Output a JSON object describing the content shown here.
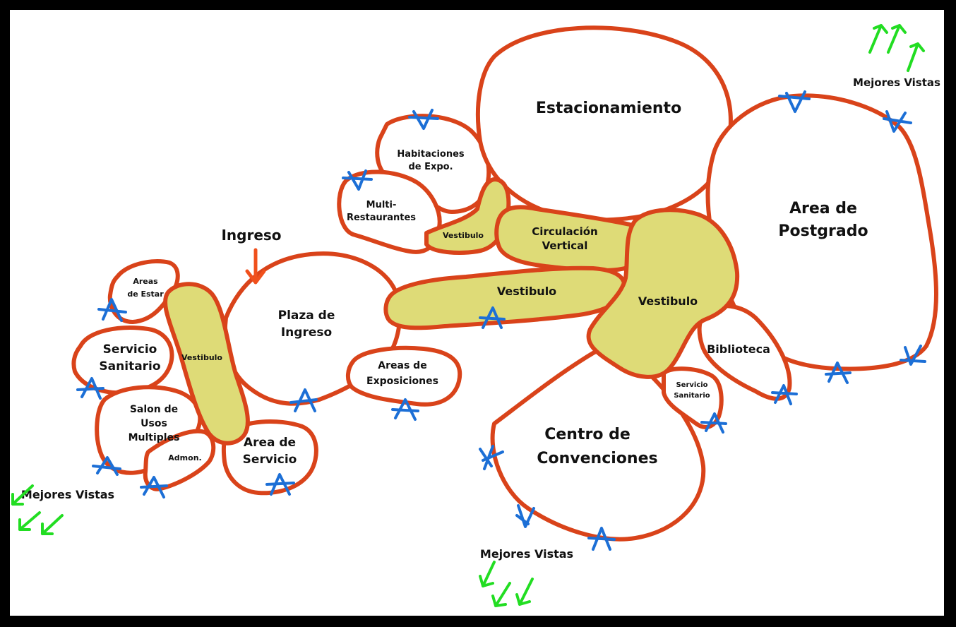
{
  "diagram": {
    "entrance_label": "Ingreso",
    "best_views_label": "Mejores Vistas",
    "spaces": {
      "estacionamiento": [
        "Estacionamiento"
      ],
      "area_postgrado": [
        "Area de",
        "Postgrado"
      ],
      "habitaciones_expo": [
        "Habitaciones",
        "de Expo."
      ],
      "multi_restaurantes": [
        "Multi-",
        "Restaurantes"
      ],
      "vestibulo_small": [
        "Vestibulo"
      ],
      "circulacion_vertical": [
        "Circulación",
        "Vertical"
      ],
      "plaza_ingreso": [
        "Plaza de",
        "Ingreso"
      ],
      "vestibulo_central": [
        "Vestibulo"
      ],
      "vestibulo_east": [
        "Vestibulo"
      ],
      "areas_estar": [
        "Areas",
        "de Estar"
      ],
      "vestibulo_west": [
        "Vestibulo"
      ],
      "servicio_sanitario_west": [
        "Servicio",
        "Sanitario"
      ],
      "salon_usos_multiples": [
        "Salon de",
        "Usos",
        "Multiples"
      ],
      "admon": [
        "Admon."
      ],
      "area_servicio": [
        "Area de",
        "Servicio"
      ],
      "areas_exposiciones": [
        "Areas de",
        "Exposiciones"
      ],
      "biblioteca": [
        "Biblioteca"
      ],
      "servicio_sanitario_east": [
        "Servicio",
        "Sanitario"
      ],
      "centro_convenciones": [
        "Centro de",
        "Convenciones"
      ]
    },
    "colors": {
      "frame": "#000000",
      "background": "#ffffff",
      "outline": "#d9431a",
      "circulation_fill": "#dedb77",
      "view_marker": "#1c6fd6",
      "view_arrow": "#22dd22",
      "entrance_arrow": "#f0501c"
    },
    "icons": {
      "view_marker": "blue-star-mark-icon",
      "view_arrow": "green-arrow-icon",
      "entrance": "red-down-arrow-icon"
    }
  }
}
